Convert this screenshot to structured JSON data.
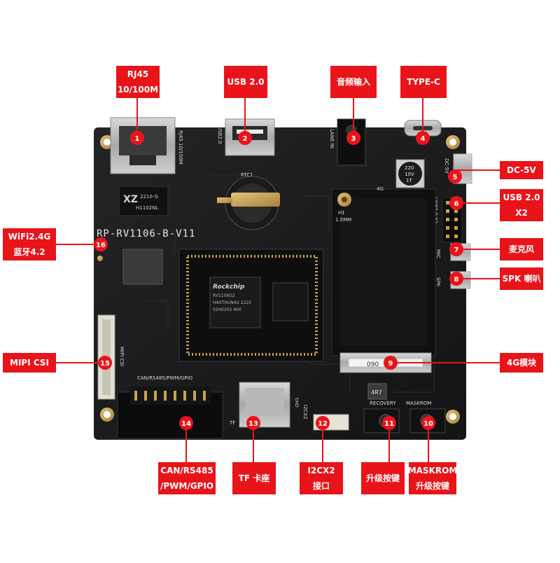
{
  "board": {
    "silkscreen_model": "RP-RV1106-B-V11",
    "rj45_silk": "RJ45 10/100M",
    "usb_silk": "USB2.0",
    "rtc_silk": "RTC1",
    "line_in_silk": "LANE IN",
    "dc_silk": "DC-5V",
    "usb_x2_silk": "USB2.0 X2",
    "mic_silk": "MIC",
    "spk_silk": "SPK",
    "module_4g_silk": "4G",
    "h1_silk": "H1",
    "h1_size": "1.5MM",
    "mipi_silk": "MIPI CSI",
    "header_silk": "CAN/RS485/PWM/GPIO",
    "tf_silk": "TF",
    "i2c_silk": "I2CX2",
    "recovery_silk": "RECOVERY",
    "maskrom_silk": "MASKROM",
    "gnd_silk": "GND",
    "cap_lines": [
      "220",
      "10V",
      "1T"
    ],
    "transformer_lines": [
      "2210-G",
      "H1102NL"
    ],
    "transformer_brand": "XZ",
    "soc_brand": "Rockchip",
    "soc_lines": [
      "RV1106G2",
      "HAXTHUN4U 2225",
      "02H0202 600"
    ],
    "small_marking": "4R7",
    "slot_number": "090"
  },
  "callouts": {
    "rj45": [
      "RJ45",
      "10/100M"
    ],
    "usb20": [
      "USB 2.0"
    ],
    "audio_in": [
      "音频输入"
    ],
    "typec": [
      "TYPE-C"
    ],
    "dc5v": [
      "DC-5V"
    ],
    "usb20x2": [
      "USB 2.0",
      "X2"
    ],
    "mic": [
      "麦克风"
    ],
    "spk": [
      "SPK 喇叭"
    ],
    "module_4g": [
      "4G模块"
    ],
    "maskrom": [
      "MASKROM",
      "升级按键"
    ],
    "upgrade_key": [
      "升级按键"
    ],
    "i2c": [
      "I2CX2",
      "接口"
    ],
    "tf": [
      "TF 卡座"
    ],
    "can": [
      "CAN/RS485",
      "/PWM/GPIO"
    ],
    "mipi": [
      "MIPI CSI"
    ],
    "wifi": [
      "WiFi2.4G",
      "蓝牙4.2"
    ]
  },
  "markers": {
    "m1": "1",
    "m2": "2",
    "m3": "3",
    "m4": "4",
    "m5": "5",
    "m6": "6",
    "m7": "7",
    "m8": "8",
    "m9": "9",
    "m10": "10",
    "m11": "11",
    "m12": "12",
    "m13": "13",
    "m14": "14",
    "m15": "15",
    "m16": "16"
  },
  "colors": {
    "label_red": "#e8141a",
    "pcb_black": "#1c1c1e",
    "gold": "#c9a24a",
    "connector_white": "#e6e2d6"
  }
}
